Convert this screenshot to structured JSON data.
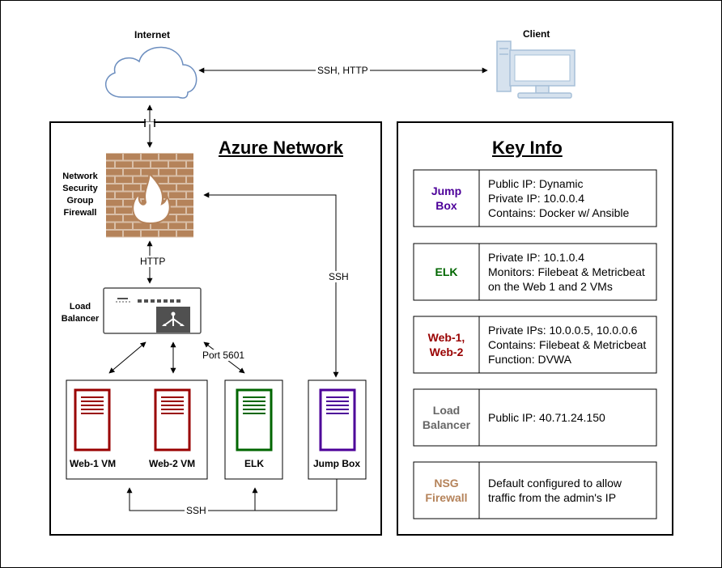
{
  "diagram": {
    "internet_label": "Internet",
    "client_label": "Client",
    "internet_client_link": "SSH, HTTP",
    "azure_title": "Azure Network",
    "firewall_label": [
      "Network",
      "Security",
      "Group",
      "Firewall"
    ],
    "firewall_lb_link": "HTTP",
    "jumpbox_firewall_link": "SSH",
    "load_balancer_label": [
      "Load",
      "Balancer"
    ],
    "port_label": "Port 5601",
    "web1_label": "Web-1 VM",
    "web2_label": "Web-2 VM",
    "elk_label": "ELK",
    "jumpbox_label": "Jump Box",
    "ssh_bottom_label": "SSH"
  },
  "key_info": {
    "title": "Key Info",
    "rows": [
      {
        "name": [
          "Jump",
          "Box"
        ],
        "color": "#4c0099",
        "lines": [
          "Public IP: Dynamic",
          "Private IP: 10.0.0.4",
          "Contains: Docker w/ Ansible"
        ]
      },
      {
        "name": [
          "ELK"
        ],
        "color": "#006600",
        "lines": [
          "Private IP: 10.1.0.4",
          "Monitors: Filebeat & Metricbeat",
          "on the Web 1 and 2 VMs"
        ]
      },
      {
        "name": [
          "Web-1,",
          "Web-2"
        ],
        "color": "#990000",
        "lines": [
          "Private IPs: 10.0.0.5, 10.0.0.6",
          "Contains: Filebeat & Metricbeat",
          "Function: DVWA"
        ]
      },
      {
        "name": [
          "Load",
          "Balancer"
        ],
        "color": "#666666",
        "lines": [
          "Public IP: 40.71.24.150"
        ]
      },
      {
        "name": [
          "NSG",
          "Firewall"
        ],
        "color": "#b5835a",
        "lines": [
          "Default configured to allow",
          "traffic from the admin's IP"
        ]
      }
    ]
  },
  "colors": {
    "cloud": "#6c8ebf",
    "client": "#a7c0d8",
    "firewall": "#b5835a",
    "web": "#990000",
    "elk": "#006600",
    "jumpbox": "#4c0099",
    "load_balancer": "#505050"
  }
}
